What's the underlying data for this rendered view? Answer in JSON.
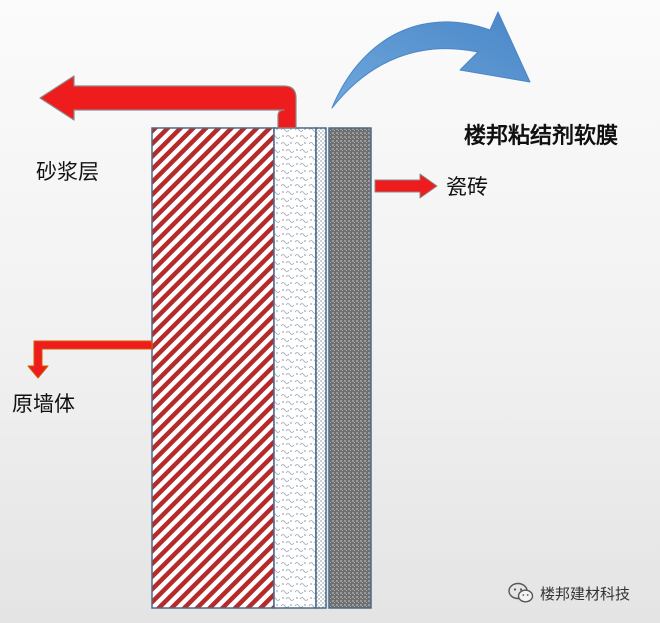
{
  "labels": {
    "mortar_layer": "砂浆层",
    "original_wall": "原墙体",
    "tile": "瓷砖",
    "membrane": "楼邦粘结剂软膜"
  },
  "watermark": {
    "text": "楼邦建材科技",
    "icon": "wechat-icon"
  },
  "colors": {
    "arrow_red": "#ee1c1c",
    "arrow_outline": "#8a8a8a",
    "blue_arrow": "#5b9bd5",
    "wall_hatch": "#b52a2a",
    "layer_border": "#4a6a8a",
    "tile_fill": "#7c7c7c"
  }
}
